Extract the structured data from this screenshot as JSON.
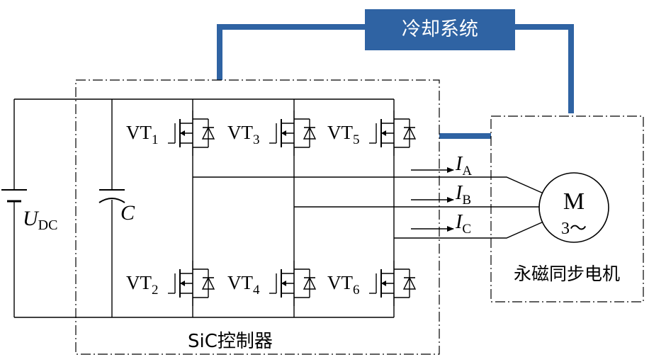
{
  "cooling_system": {
    "label": "冷却系统",
    "color": "#2f63a3"
  },
  "controller": {
    "label": "SiC控制器"
  },
  "dc_source": {
    "symbol": "U",
    "subscript": "DC"
  },
  "capacitor": {
    "symbol": "C"
  },
  "switches": [
    {
      "base": "VT",
      "sub": "1"
    },
    {
      "base": "VT",
      "sub": "3"
    },
    {
      "base": "VT",
      "sub": "5"
    },
    {
      "base": "VT",
      "sub": "2"
    },
    {
      "base": "VT",
      "sub": "4"
    },
    {
      "base": "VT",
      "sub": "6"
    }
  ],
  "currents": [
    {
      "symbol": "I",
      "sub": "A"
    },
    {
      "symbol": "I",
      "sub": "B"
    },
    {
      "symbol": "I",
      "sub": "C"
    }
  ],
  "motor": {
    "symbol": "M",
    "phase": "3～",
    "label": "永磁同步电机"
  }
}
